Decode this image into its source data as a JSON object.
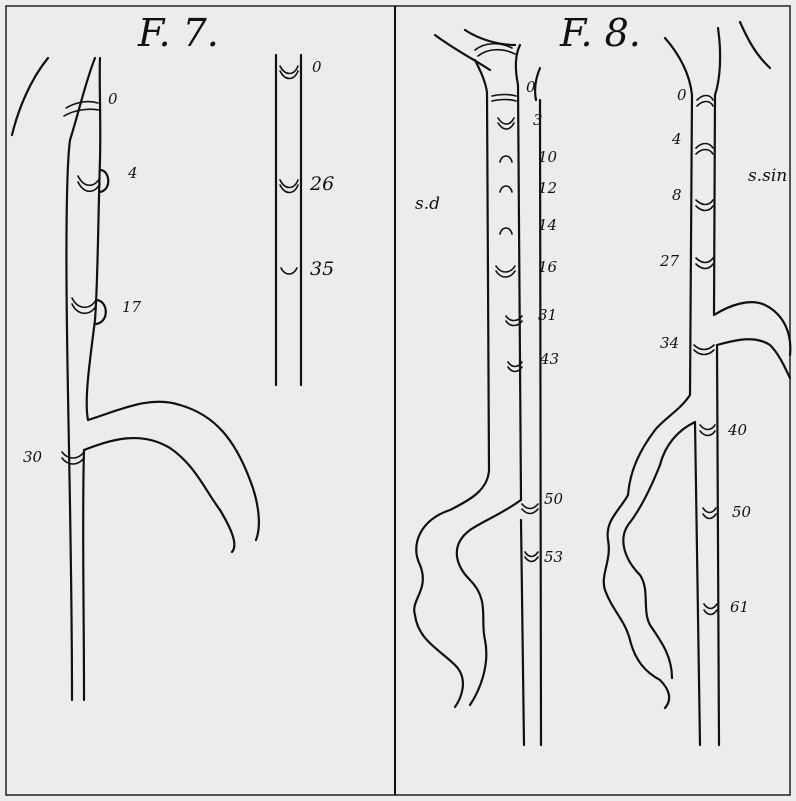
{
  "figure_7": {
    "title": "F. 7.",
    "vessel_marks": [
      "0",
      "4",
      "17",
      "30"
    ],
    "segment_marks": [
      "0",
      "26",
      "35"
    ]
  },
  "figure_8": {
    "title": "F. 8.",
    "left_vessel": {
      "label": "s.d",
      "marks": [
        "0",
        "3",
        "10",
        "12",
        "14",
        "16",
        "31",
        "43",
        "50",
        "53"
      ]
    },
    "right_vessel": {
      "label": "s.sin",
      "marks": [
        "0",
        "4",
        "8",
        "27",
        "34",
        "40",
        "50",
        "61"
      ]
    }
  }
}
